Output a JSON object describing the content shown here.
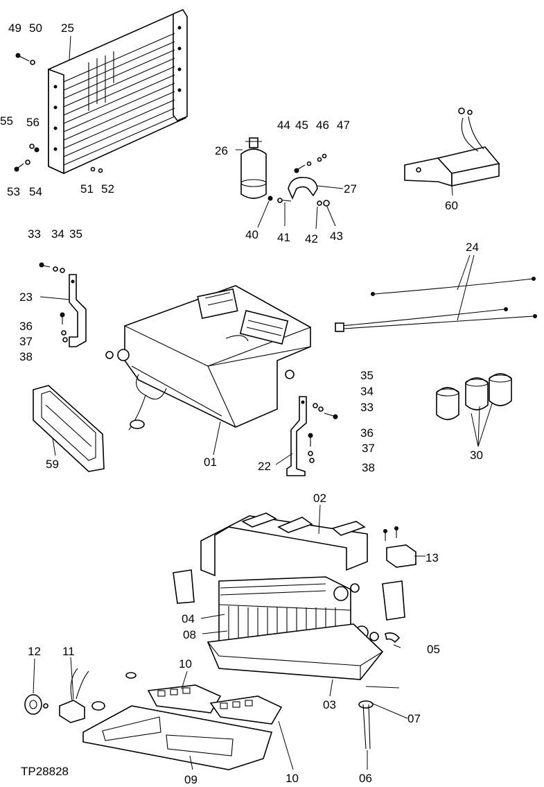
{
  "figure_id": "TP28828",
  "callouts": [
    {
      "key": "49",
      "text": "49"
    },
    {
      "key": "50",
      "text": "50"
    },
    {
      "key": "25",
      "text": "25"
    },
    {
      "key": "55",
      "text": "55"
    },
    {
      "key": "56",
      "text": "56"
    },
    {
      "key": "53",
      "text": "53"
    },
    {
      "key": "54",
      "text": "54"
    },
    {
      "key": "51",
      "text": "51"
    },
    {
      "key": "52",
      "text": "52"
    },
    {
      "key": "26",
      "text": "26"
    },
    {
      "key": "44",
      "text": "44"
    },
    {
      "key": "45",
      "text": "45"
    },
    {
      "key": "46",
      "text": "46"
    },
    {
      "key": "47",
      "text": "47"
    },
    {
      "key": "27",
      "text": "27"
    },
    {
      "key": "40",
      "text": "40"
    },
    {
      "key": "41",
      "text": "41"
    },
    {
      "key": "42",
      "text": "42"
    },
    {
      "key": "43",
      "text": "43"
    },
    {
      "key": "60",
      "text": "60"
    },
    {
      "key": "33a",
      "text": "33"
    },
    {
      "key": "34a",
      "text": "34"
    },
    {
      "key": "35a",
      "text": "35"
    },
    {
      "key": "23",
      "text": "23"
    },
    {
      "key": "36a",
      "text": "36"
    },
    {
      "key": "37a",
      "text": "37"
    },
    {
      "key": "38a",
      "text": "38"
    },
    {
      "key": "24",
      "text": "24"
    },
    {
      "key": "35b",
      "text": "35"
    },
    {
      "key": "34b",
      "text": "34"
    },
    {
      "key": "33b",
      "text": "33"
    },
    {
      "key": "36b",
      "text": "36"
    },
    {
      "key": "37b",
      "text": "37"
    },
    {
      "key": "38b",
      "text": "38"
    },
    {
      "key": "59",
      "text": "59"
    },
    {
      "key": "01",
      "text": "01"
    },
    {
      "key": "22",
      "text": "22"
    },
    {
      "key": "30",
      "text": "30"
    },
    {
      "key": "02",
      "text": "02"
    },
    {
      "key": "13",
      "text": "13"
    },
    {
      "key": "04",
      "text": "04"
    },
    {
      "key": "08",
      "text": "08"
    },
    {
      "key": "05",
      "text": "05"
    },
    {
      "key": "12",
      "text": "12"
    },
    {
      "key": "11",
      "text": "11"
    },
    {
      "key": "10a",
      "text": "10"
    },
    {
      "key": "03",
      "text": "03"
    },
    {
      "key": "07",
      "text": "07"
    },
    {
      "key": "09",
      "text": "09"
    },
    {
      "key": "10b",
      "text": "10"
    },
    {
      "key": "06",
      "text": "06"
    }
  ]
}
